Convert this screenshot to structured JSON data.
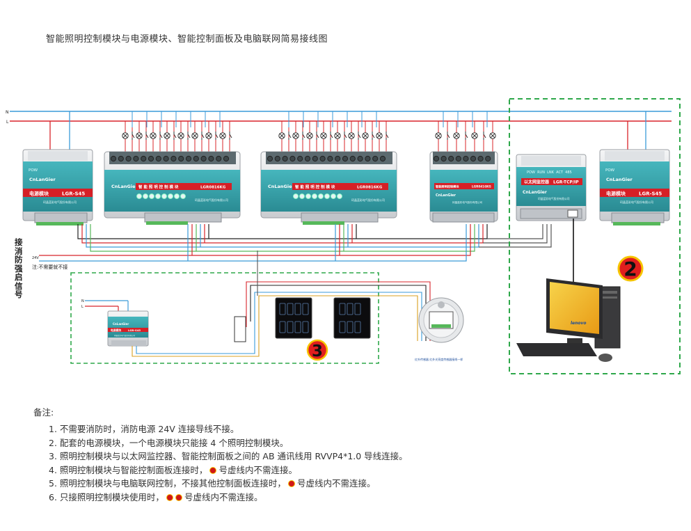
{
  "title": "智能照明控制模块与电源模块、智能控制面板及电脑联网简易接线图",
  "bus_labels": {
    "n": "N",
    "l": "L"
  },
  "fire_signal_label": "接消防强启信号",
  "fire_note": "注:不需要就不接",
  "fire_small": "24V",
  "modules": {
    "power_a": {
      "brand": "CnLanGier",
      "pow": "POW",
      "name": "电源模块",
      "model": "LGR-S45",
      "maker": "珂晶蓝彩电气股份有限公司"
    },
    "power_b": {
      "brand": "CnLanGier",
      "pow": "POW",
      "name": "电源模块",
      "model": "LGR-S45",
      "maker": "珂晶蓝彩电气股份有限公司"
    },
    "power_c": {
      "brand": "CnLanGier",
      "name": "电源模块",
      "model": "LGR-S45",
      "maker": "珂晶蓝彩电气股份有限公司"
    },
    "light_a": {
      "brand": "CnLanGier",
      "name": "智 能 照 明 控 制 模 块",
      "model": "LGR0816KG",
      "maker": "珂晶蓝彩电气股份有限公司"
    },
    "light_b": {
      "brand": "CnLanGier",
      "name": "智 能 照 明 控 制 模 块",
      "model": "LGR0816KG",
      "maker": "珂晶蓝彩电气股份有限公司"
    },
    "light_c": {
      "brand": "CnLanGier",
      "name": "智能照明控制模块",
      "model": "LGR0416KG",
      "maker": "珂晶蓝彩电气股份有限公司"
    },
    "tcp": {
      "leds": "POW  RUN  LNK  ACT  485",
      "brand": "CnLanGier",
      "name": "以太网监控器",
      "model": "LGR-TCP/IP",
      "maker": "珂晶蓝彩电气股份有限公司"
    }
  },
  "badges": {
    "two": "2",
    "three": "3"
  },
  "computer": {
    "monitor_brand": "lenovo"
  },
  "sensor_caption": "红外传感器 红外光亮度传感器接线一样",
  "notes": {
    "heading": "备注:",
    "items": [
      {
        "num": "1.",
        "text": "不需要消防时，消防电源 24V 连接导线不接。"
      },
      {
        "num": "2.",
        "text": "配套的电源模块，一个电源模块只能接 4 个照明控制模块。"
      },
      {
        "num": "3.",
        "text": "照明控制模块与以太网监控器、智能控制面板之间的 AB 通讯线用 RVVP4*1.0 导线连接。"
      },
      {
        "num": "4.",
        "pre": "照明控制模块与智能控制面板连接时，",
        "post": "号虚线内不需连接。"
      },
      {
        "num": "5.",
        "pre": "照明控制模块与电脑联网控制，不接其他控制面板连接时，",
        "post": "号虚线内不需连接。"
      },
      {
        "num": "6.",
        "pre": "只接照明控制模块使用时，",
        "post": "号虚线内不需连接。"
      }
    ]
  },
  "colors": {
    "n_line": "#3a9ad8",
    "l_line": "#d8242a",
    "dashed": "#2ea84a",
    "module_teal": "#2f9aa3",
    "label_red": "#d61f26",
    "badge_red": "#e01e1e"
  }
}
